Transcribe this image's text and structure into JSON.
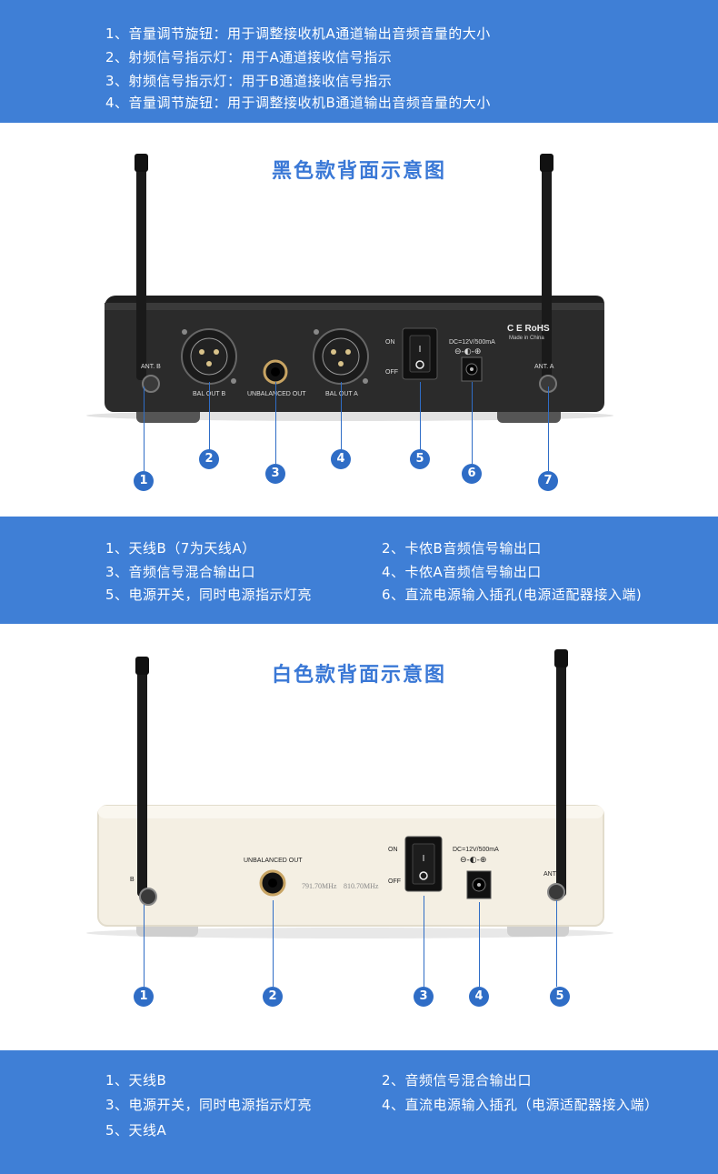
{
  "top_list": [
    "1、音量调节旋钮：用于调整接收机A通道输出音频音量的大小",
    "2、射频信号指示灯：用于A通道接收信号指示",
    "3、射频信号指示灯：用于B通道接收信号指示",
    "4、音量调节旋钮：用于调整接收机B通道输出音频音量的大小"
  ],
  "black_section": {
    "title": "黑色款背面示意图",
    "panel": {
      "ant_b": "ANT. B",
      "ant_a": "ANT. A",
      "bal_out_b": "BAL OUT B",
      "unbalanced_out": "UNBALANCED OUT",
      "bal_out_a": "BAL OUT A",
      "on": "ON",
      "off": "OFF",
      "dc": "DC=12V/500mA",
      "cert": "C E RoHS",
      "made": "Made in China"
    },
    "badges": [
      "1",
      "2",
      "3",
      "4",
      "5",
      "6",
      "7"
    ],
    "legend": [
      "1、天线B（7为天线A）",
      "2、卡侬B音频信号输出口",
      "3、音频信号混合输出口",
      "4、卡侬A音频信号输出口",
      "5、电源开关，同时电源指示灯亮",
      "6、直流电源输入插孔(电源适配器接入端)"
    ]
  },
  "white_section": {
    "title": "白色款背面示意图",
    "panel": {
      "unbalanced_out": "UNBALANCED OUT",
      "freq_a": "791.70MHz",
      "freq_b": "810.70MHz",
      "on": "ON",
      "off": "OFF",
      "dc": "DC=12V/500mA",
      "ant_b": "B",
      "ant_a": "ANT"
    },
    "badges": [
      "1",
      "2",
      "3",
      "4",
      "5"
    ],
    "legend": [
      "1、天线B",
      "2、音频信号混合输出口",
      "3、电源开关，同时电源指示灯亮",
      "4、直流电源输入插孔（电源适配器接入端）",
      "5、天线A"
    ]
  },
  "colors": {
    "band": "#3f7fd6",
    "title": "#3a78d6",
    "badge": "#2f6dc6",
    "black_body": "#2b2b2b",
    "white_body": "#f4efe3"
  }
}
